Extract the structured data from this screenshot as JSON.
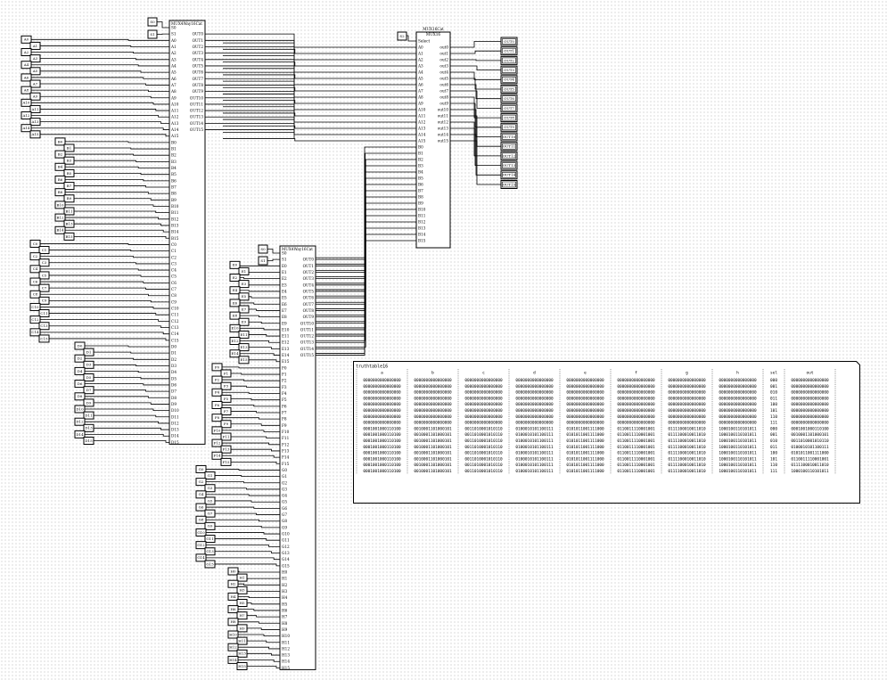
{
  "mux4way16_chips": [
    {
      "title": "MUX4Way16Cat",
      "selects": [
        "S0",
        "S1"
      ],
      "outputs": [
        "OUT0",
        "OUT1",
        "OUT2",
        "OUT3",
        "OUT4",
        "OUT5",
        "OUT6",
        "OUT7",
        "OUT8",
        "OUT9",
        "OUT10",
        "OUT11",
        "OUT12",
        "OUT13",
        "OUT14",
        "OUT15"
      ],
      "banks": [
        {
          "pins": [
            "A0",
            "A1",
            "A2",
            "A3",
            "A4",
            "A5",
            "A6",
            "A7",
            "A8",
            "A9",
            "A10",
            "A11",
            "A12",
            "A13",
            "A14",
            "A15"
          ],
          "boxes": [
            "A0",
            "A1",
            "A2",
            "A3",
            "A4",
            "A5",
            "A6",
            "A7",
            "A8",
            "A9",
            "A10",
            "A11",
            "A12",
            "A13",
            "A14",
            "A15"
          ]
        },
        {
          "pins": [
            "B0",
            "B1",
            "B2",
            "B3",
            "B4",
            "B5",
            "B6",
            "B7",
            "B8",
            "B9",
            "B10",
            "B11",
            "B12",
            "B13",
            "B14",
            "B15"
          ],
          "boxes": [
            "B0",
            "B1",
            "B2",
            "B3",
            "B4",
            "B5",
            "B6",
            "B7",
            "B8",
            "B9",
            "B10",
            "B11",
            "B12",
            "B13",
            "B14",
            "B15"
          ]
        },
        {
          "pins": [
            "C0",
            "C1",
            "C2",
            "C3",
            "C4",
            "C5",
            "C6",
            "C7",
            "C8",
            "C9",
            "C10",
            "C11",
            "C12",
            "C13",
            "C14",
            "C15"
          ],
          "boxes": [
            "C0",
            "C1",
            "C2",
            "C3",
            "C4",
            "C5",
            "C6",
            "C7",
            "C8",
            "C9",
            "C10",
            "C11",
            "C12",
            "C13",
            "C14",
            "C15"
          ]
        },
        {
          "pins": [
            "D0",
            "D1",
            "D2",
            "D3",
            "D4",
            "D5",
            "D6",
            "D7",
            "D8",
            "D9",
            "D10",
            "D11",
            "D12",
            "D13",
            "D14",
            "D15"
          ],
          "boxes": [
            "D0",
            "D1",
            "D2",
            "D3",
            "D4",
            "D5",
            "D6",
            "D7",
            "D8",
            "D9",
            "D10",
            "D11",
            "D12",
            "D13",
            "D14",
            "D15"
          ]
        }
      ]
    },
    {
      "title": "MUX4Way16Cat",
      "selects": [
        "S0",
        "S1"
      ],
      "outputs": [
        "OUT0",
        "OUT1",
        "OUT2",
        "OUT3",
        "OUT4",
        "OUT5",
        "OUT6",
        "OUT7",
        "OUT8",
        "OUT9",
        "OUT10",
        "OUT11",
        "OUT12",
        "OUT13",
        "OUT14",
        "OUT15"
      ],
      "banks": [
        {
          "pins": [
            "E0",
            "E1",
            "E2",
            "E3",
            "E4",
            "E5",
            "E6",
            "E7",
            "E8",
            "E9",
            "E10",
            "E11",
            "E12",
            "E13",
            "E14",
            "E15"
          ],
          "boxes": [
            "E0",
            "E1",
            "E2",
            "E3",
            "E4",
            "E5",
            "E6",
            "E7",
            "E8",
            "E9",
            "E10",
            "E11",
            "E12",
            "E13",
            "E14",
            "E15"
          ]
        },
        {
          "pins": [
            "F0",
            "F1",
            "F2",
            "F3",
            "F4",
            "F5",
            "F6",
            "F7",
            "F8",
            "F9",
            "F10",
            "F11",
            "F12",
            "F13",
            "F14",
            "F15"
          ],
          "boxes": [
            "F0",
            "F1",
            "F2",
            "F3",
            "F4",
            "F5",
            "F6",
            "F7",
            "F8",
            "F9",
            "F10",
            "F11",
            "F12",
            "F13",
            "F14",
            "F15"
          ]
        },
        {
          "pins": [
            "G0",
            "G1",
            "G2",
            "G3",
            "G4",
            "G5",
            "G6",
            "G7",
            "G8",
            "G9",
            "G10",
            "G11",
            "G12",
            "G13",
            "G14",
            "G15"
          ],
          "boxes": [
            "G0",
            "G1",
            "G2",
            "G3",
            "G4",
            "G5",
            "G6",
            "G7",
            "G8",
            "G9",
            "G10",
            "G11",
            "G12",
            "G13",
            "G14",
            "G15"
          ]
        },
        {
          "pins": [
            "H0",
            "H1",
            "H2",
            "H3",
            "H4",
            "H5",
            "H6",
            "H7",
            "H8",
            "H9",
            "H10",
            "H11",
            "H12",
            "H13",
            "H14",
            "H15"
          ],
          "boxes": [
            "H0",
            "H1",
            "H2",
            "H3",
            "H4",
            "H5",
            "H6",
            "H7",
            "H8",
            "H9",
            "H10",
            "H11",
            "H12",
            "H13",
            "H14",
            "H15"
          ]
        }
      ]
    }
  ],
  "mux16_chip": {
    "title": "MUX16Cat",
    "subtitle": "MUX16",
    "select_pin": "Select",
    "select_box": "S2",
    "a_pins": [
      "A0",
      "A1",
      "A2",
      "A3",
      "A4",
      "A5",
      "A6",
      "A7",
      "A8",
      "A9",
      "A10",
      "A11",
      "A12",
      "A13",
      "A14",
      "A15"
    ],
    "b_pins": [
      "B0",
      "B1",
      "B2",
      "B3",
      "B4",
      "B5",
      "B6",
      "B7",
      "B8",
      "B9",
      "B10",
      "B11",
      "B12",
      "B13",
      "B14",
      "B15"
    ],
    "outputs": [
      "out0",
      "out1",
      "out2",
      "out3",
      "out4",
      "out5",
      "out6",
      "out7",
      "out8",
      "out9",
      "out10",
      "out11",
      "out12",
      "out13",
      "out14",
      "out15"
    ],
    "output_boxes": [
      "OUT0",
      "OUT1",
      "OUT2",
      "OUT3",
      "OUT4",
      "OUT5",
      "OUT6",
      "OUT7",
      "OUT8",
      "OUT9",
      "OUT10",
      "OUT11",
      "OUT12",
      "OUT13",
      "OUT14",
      "OUT15"
    ]
  },
  "truth_table": {
    "title": "truthtable16",
    "columns": [
      "a",
      "b",
      "c",
      "d",
      "e",
      "f",
      "g",
      "h",
      "sel",
      "out"
    ],
    "rows": [
      [
        "0000000000000000",
        "0000000000000000",
        "0000000000000000",
        "0000000000000000",
        "0000000000000000",
        "0000000000000000",
        "0000000000000000",
        "0000000000000000",
        "000",
        "0000000000000000"
      ],
      [
        "0000000000000000",
        "0000000000000000",
        "0000000000000000",
        "0000000000000000",
        "0000000000000000",
        "0000000000000000",
        "0000000000000000",
        "0000000000000000",
        "001",
        "0000000000000000"
      ],
      [
        "0000000000000000",
        "0000000000000000",
        "0000000000000000",
        "0000000000000000",
        "0000000000000000",
        "0000000000000000",
        "0000000000000000",
        "0000000000000000",
        "010",
        "0000000000000000"
      ],
      [
        "0000000000000000",
        "0000000000000000",
        "0000000000000000",
        "0000000000000000",
        "0000000000000000",
        "0000000000000000",
        "0000000000000000",
        "0000000000000000",
        "011",
        "0000000000000000"
      ],
      [
        "0000000000000000",
        "0000000000000000",
        "0000000000000000",
        "0000000000000000",
        "0000000000000000",
        "0000000000000000",
        "0000000000000000",
        "0000000000000000",
        "100",
        "0000000000000000"
      ],
      [
        "0000000000000000",
        "0000000000000000",
        "0000000000000000",
        "0000000000000000",
        "0000000000000000",
        "0000000000000000",
        "0000000000000000",
        "0000000000000000",
        "101",
        "0000000000000000"
      ],
      [
        "0000000000000000",
        "0000000000000000",
        "0000000000000000",
        "0000000000000000",
        "0000000000000000",
        "0000000000000000",
        "0000000000000000",
        "0000000000000000",
        "110",
        "0000000000000000"
      ],
      [
        "0000000000000000",
        "0000000000000000",
        "0000000000000000",
        "0000000000000000",
        "0000000000000000",
        "0000000000000000",
        "0000000000000000",
        "0000000000000000",
        "111",
        "0000000000000000"
      ],
      [
        "0001001000110100",
        "0010001101000101",
        "0011010001010110",
        "0100010101100111",
        "0101011001111000",
        "0110011110001001",
        "0111100010011010",
        "1000100110101011",
        "000",
        "0001001000110100"
      ],
      [
        "0001001000110100",
        "0010001101000101",
        "0011010001010110",
        "0100010101100111",
        "0101011001111000",
        "0110011110001001",
        "0111100010011010",
        "1000100110101011",
        "001",
        "0010001101000101"
      ],
      [
        "0001001000110100",
        "0010001101000101",
        "0011010001010110",
        "0100010101100111",
        "0101011001111000",
        "0110011110001001",
        "0111100010011010",
        "1000100110101011",
        "010",
        "0011010001010110"
      ],
      [
        "0001001000110100",
        "0010001101000101",
        "0011010001010110",
        "0100010101100111",
        "0101011001111000",
        "0110011110001001",
        "0111100010011010",
        "1000100110101011",
        "011",
        "0100010101100111"
      ],
      [
        "0001001000110100",
        "0010001101000101",
        "0011010001010110",
        "0100010101100111",
        "0101011001111000",
        "0110011110001001",
        "0111100010011010",
        "1000100110101011",
        "100",
        "0101011001111000"
      ],
      [
        "0001001000110100",
        "0010001101000101",
        "0011010001010110",
        "0100010101100111",
        "0101011001111000",
        "0110011110001001",
        "0111100010011010",
        "1000100110101011",
        "101",
        "0110011110001001"
      ],
      [
        "0001001000110100",
        "0010001101000101",
        "0011010001010110",
        "0100010101100111",
        "0101011001111000",
        "0110011110001001",
        "0111100010011010",
        "1000100110101011",
        "110",
        "0111100010011010"
      ],
      [
        "0001001000110100",
        "0010001101000101",
        "0011010001010110",
        "0100010101100111",
        "0101011001111000",
        "0110011110001001",
        "0111100010011010",
        "1000100110101011",
        "111",
        "1000100110101011"
      ]
    ]
  }
}
